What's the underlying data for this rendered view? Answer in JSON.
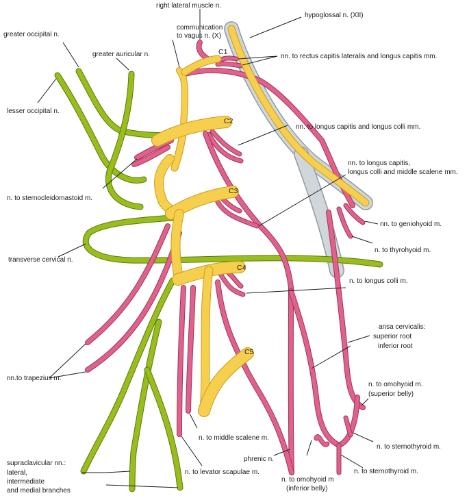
{
  "colors": {
    "motor": "#e0628a",
    "motor_edge": "#9c3458",
    "sensory": "#98bd1c",
    "sensory_edge": "#5c7a0e",
    "plexus": "#f7cf4e",
    "plexus_edge": "#c99b18",
    "sheath": "#cfd7dc",
    "leader": "#1a1a1a"
  },
  "roots": {
    "c1": "C1",
    "c2": "C2",
    "c3": "C3",
    "c4": "C4",
    "c5": "C5"
  },
  "labels": {
    "right_lateral_muscle": "right lateral muscle n.",
    "hypoglossal": "hypoglossal n. (XII)",
    "greater_occipital": "greater occipital n.",
    "communication_1": "communication",
    "communication_2": "to vagus n. (X)",
    "greater_auricular": "greater auricular n.",
    "rectus_capitis_lateralis": "nn. to rectus capitis lateralis and longus capitis mm.",
    "lesser_occipital": "lesser occipital n.",
    "longus_capitis_colli": "nn. to longus capitis and longus colli mm.",
    "longus_scalene_1": "nn. to longus capitis,",
    "longus_scalene_2": "longus colli and middle scalene mm.",
    "sternocleidomastoid": "n. to sternocleidomastoid m.",
    "geniohyoid": "nn. to geniohyoid m.",
    "thyrohyoid": "n. to thyrohyoid m.",
    "transverse_cervical": "transverse cervical n.",
    "longus_colli": "n. to longus colli m.",
    "ansa_1": "ansa cervicalis:",
    "ansa_2": "superior root",
    "ansa_3": "inferior root",
    "trapezius": "nn.to trapezius m.",
    "omohyoid_sup_1": "n. to omohyoid m.",
    "omohyoid_sup_2": "(superior belly)",
    "middle_scalene": "n. to middle scalene m.",
    "sternothyroid_1": "n. to sternothyroid m.",
    "phrenic": "phrenic n.",
    "supraclavicular_1": "supraclavicular nn.:",
    "supraclavicular_2": "lateral,",
    "supraclavicular_3": "intermediate",
    "supraclavicular_4": "and medial branches",
    "levator_scapulae": "n. to levator scapulae m.",
    "sternothyroid_2": "n. to sternothyroid m.",
    "omohyoid_inf_1": "n. to omohyoid m",
    "omohyoid_inf_2": "(inferior belly)"
  }
}
